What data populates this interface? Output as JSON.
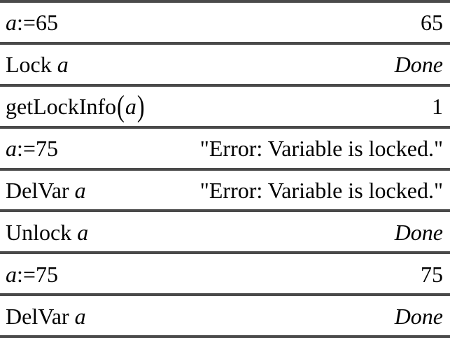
{
  "colors": {
    "background": "#ffffff",
    "text": "#000000",
    "separator": "#4a4a4a"
  },
  "rows": [
    {
      "input": [
        {
          "t": "a"
        },
        {
          "t": ":=65"
        }
      ],
      "output": {
        "t": "65"
      }
    },
    {
      "input": [
        {
          "t": "Lock "
        },
        {
          "t": "a"
        }
      ],
      "output": {
        "t": "Done"
      }
    },
    {
      "input": [
        {
          "t": "getLockInfo"
        },
        {
          "t": "("
        },
        {
          "t": "a"
        },
        {
          "t": ")"
        }
      ],
      "output": {
        "t": "1"
      }
    },
    {
      "input": [
        {
          "t": "a"
        },
        {
          "t": ":=75"
        }
      ],
      "output": {
        "t": "\"Error: Variable is locked.\""
      }
    },
    {
      "input": [
        {
          "t": "DelVar "
        },
        {
          "t": "a"
        }
      ],
      "output": {
        "t": "\"Error: Variable is locked.\""
      }
    },
    {
      "input": [
        {
          "t": "Unlock "
        },
        {
          "t": "a"
        }
      ],
      "output": {
        "t": "Done"
      }
    },
    {
      "input": [
        {
          "t": "a"
        },
        {
          "t": ":=75"
        }
      ],
      "output": {
        "t": "75"
      }
    },
    {
      "input": [
        {
          "t": "DelVar "
        },
        {
          "t": "a"
        }
      ],
      "output": {
        "t": "Done"
      }
    }
  ]
}
